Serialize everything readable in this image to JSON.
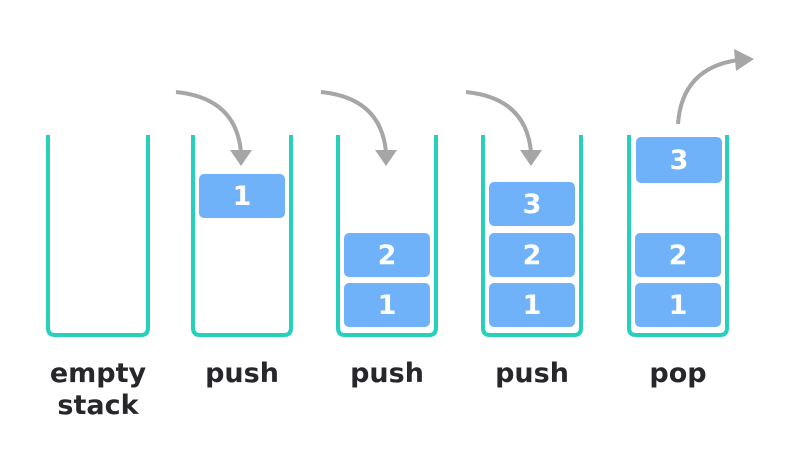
{
  "colors": {
    "container": "#27cfbd",
    "block": "#6fb2f9",
    "block_text": "#ffffff",
    "arrow": "#a6a6a6",
    "label": "#26262b"
  },
  "stages": [
    {
      "label_line1": "empty",
      "label_line2": "stack",
      "blocks": [],
      "arrow": "none"
    },
    {
      "label_line1": "push",
      "label_line2": "",
      "blocks": [
        "1"
      ],
      "arrow": "push"
    },
    {
      "label_line1": "push",
      "label_line2": "",
      "blocks": [
        "1",
        "2"
      ],
      "arrow": "push"
    },
    {
      "label_line1": "push",
      "label_line2": "",
      "blocks": [
        "1",
        "2",
        "3"
      ],
      "arrow": "push"
    },
    {
      "label_line1": "pop",
      "label_line2": "",
      "blocks": [
        "1",
        "2"
      ],
      "popped_block": "3",
      "arrow": "pop"
    }
  ]
}
